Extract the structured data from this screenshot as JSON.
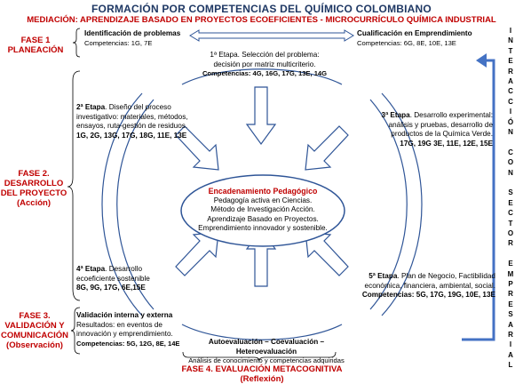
{
  "title": "FORMACIÓN POR COMPETENCIAS DEL QUÍMICO COLOMBIANO",
  "subtitle": "MEDIACIÓN: APRENDIZAJE BASADO EN PROYECTOS ECOEFICIENTES - MICROCURRÍCULO QUÍMICA INDUSTRIAL",
  "phases": {
    "fase1": {
      "line1": "FASE 1",
      "line2": "PLANEACIÓN"
    },
    "fase2": {
      "line1": "FASE 2.",
      "line2": "DESARROLLO",
      "line3": "DEL PROYECTO",
      "line4": "(Acción)"
    },
    "fase3": {
      "line1": "FASE 3.",
      "line2": "VALIDACIÓN Y",
      "line3": "COMUNICACIÓN",
      "line4": "(Observación)"
    },
    "fase4": {
      "line1": "FASE 4. EVALUACIÓN METACOGNITIVA",
      "line2": "(Reflexión)"
    }
  },
  "top_left": {
    "title": "Identificación de problemas",
    "comp": "Competencias: 1G, 7E"
  },
  "top_right": {
    "title": "Cualificación en Emprendimiento",
    "comp": "Competencias: 6G, 8E, 10E, 13E"
  },
  "stage1": {
    "line1": "1ª Etapa. Selección del problema:",
    "line2": "decisión por matriz multicriterio.",
    "comp": "Competencias: 4G, 16G, 17G, 13E, 14G"
  },
  "stage2": {
    "label": "2ª Etapa",
    "line1": ". Diseño del proceso",
    "line2": "investigativo: materiales, métodos,",
    "line3": "ensayos, ruta-gestión de residuos.",
    "comp": "1G, 2G, 13G, 17G, 18G, 11E, 13E"
  },
  "stage3": {
    "label": "3ª Etapa",
    "line1": ". Desarrollo experimental:",
    "line2": "análisis y pruebas, desarrollo de",
    "line3": "productos de la Química Verde.",
    "comp": "17G, 19G 3E, 11E, 12E, 15E"
  },
  "stage4": {
    "label": "4ª Etapa",
    "line1": ". Desarrollo",
    "line2": "ecoeficiente sostenible",
    "comp": "8G, 9G, 17G, 6E,15E"
  },
  "stage5": {
    "label": "5ª Etapa",
    "line1": ". Plan de Negocio, Factibilidad",
    "line2": "económica, financiera, ambiental, social.",
    "comp": "Competencias: 5G, 17G, 19G, 10E, 13E"
  },
  "center": {
    "title": "Encadenamiento Pedagógico",
    "l1": "Pedagogía activa en Ciencias.",
    "l2": "Método de Investigación Acción.",
    "l3": "Aprendizaje Basado en Proyectos.",
    "l4": "Emprendimiento innovador y sostenible."
  },
  "validation": {
    "title": "Validación interna y externa",
    "l1": "Resultados: en eventos de",
    "l2": "innovación y emprendimiento.",
    "comp": "Competencias: 5G, 12G, 8E, 14E"
  },
  "evaluation": {
    "title": "Autoevaluación – Coevaluación – Heteroevaluación",
    "sub": "Análisis de conocimiento y competencias adquiridas"
  },
  "vertical_text": [
    "I",
    "N",
    "T",
    "E",
    "R",
    "A",
    "C",
    "C",
    "I",
    "Ó",
    "N",
    "",
    "C",
    "O",
    "N",
    "",
    "S",
    "E",
    "C",
    "T",
    "O",
    "R",
    "",
    "E",
    "M",
    "P",
    "R",
    "E",
    "S",
    "A",
    "R",
    "I",
    "A",
    "L"
  ],
  "colors": {
    "title": "#1f3864",
    "red": "#c00000",
    "arrow_fill": "#ffffff",
    "arrow_stroke": "#2f5597",
    "blue_arrow": "#4472c4"
  }
}
